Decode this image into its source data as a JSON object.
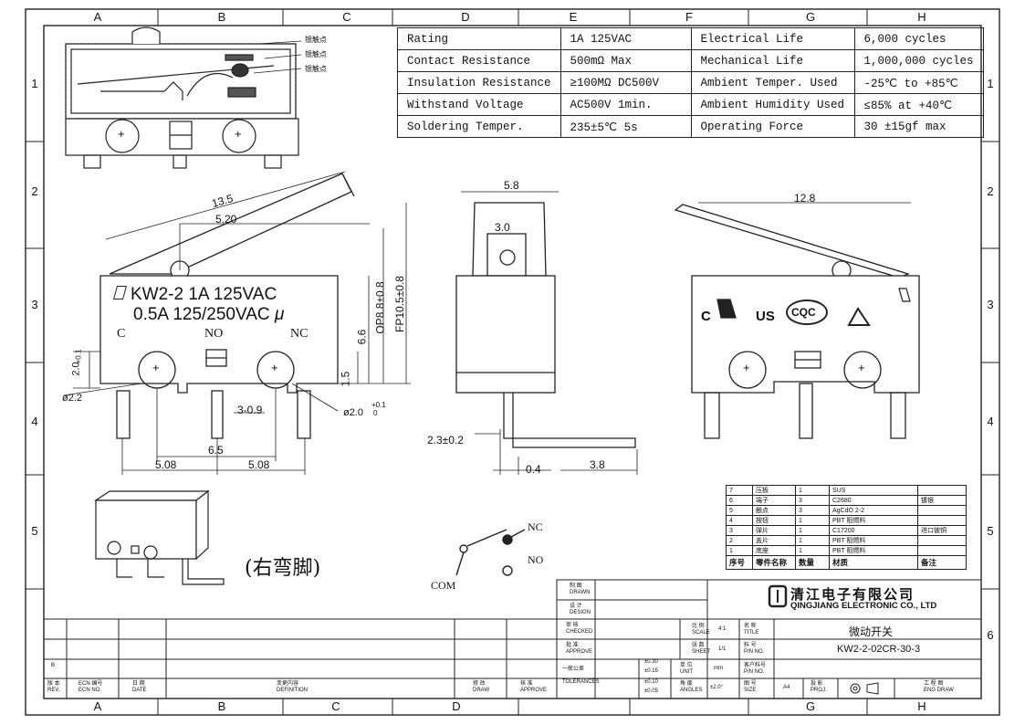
{
  "frame": {
    "columns": [
      "A",
      "B",
      "C",
      "D",
      "E",
      "F",
      "G",
      "H"
    ],
    "rows": [
      "1",
      "2",
      "3",
      "4",
      "5",
      "6"
    ]
  },
  "specs": [
    [
      "Rating",
      "1A  125VAC",
      "Electrical Life",
      "6,000 cycles"
    ],
    [
      "Contact Resistance",
      "500mΩ Max",
      "Mechanical Life",
      "1,000,000 cycles"
    ],
    [
      "Insulation Resistance",
      "≥100MΩ DC500V",
      "Ambient Temper. Used",
      "-25℃ to +85℃"
    ],
    [
      "Withstand Voltage",
      "AC500V  1min.",
      "Ambient Humidity Used",
      "≤85% at +40℃"
    ],
    [
      "Soldering Temper.",
      "235±5℃ 5s",
      "Operating Force",
      "30 ±15gf max"
    ]
  ],
  "section_view": {
    "callouts": [
      "银触点",
      "银触点",
      "银触点"
    ]
  },
  "front_view": {
    "dims": {
      "lever_length": "13.5",
      "roller_pos": "5.20",
      "fp": "FP10.5±0.8",
      "op": "OP8.8±0.8",
      "body_h": "6.6",
      "hole_offset": "1.5",
      "hole_v": "2.0",
      "tol_plus": "+0.1",
      "tol_minus": "0",
      "hole_left": "ø2.2",
      "hole_right": "ø2.0",
      "pin_gap": "3-0.9",
      "center_span": "6.5",
      "pitch_left": "5.08",
      "pitch_right": "5.08"
    },
    "marking_line1": "KW2-2  1A 125VAC",
    "marking_line2": "0.5A 125/250VAC",
    "mu": "μ",
    "terminals": [
      "C",
      "NO",
      "NC"
    ]
  },
  "side_view": {
    "dims": {
      "width": "5.8",
      "inner": "3.0",
      "pin_bend": "2.3±0.2",
      "thickness": "0.4",
      "bend_len": "3.8"
    }
  },
  "back_view": {
    "dims": {
      "length": "12.8"
    },
    "cert_c": "C",
    "cert_us": "US",
    "cert_cqc": "CQC"
  },
  "iso_label": "(右弯脚)",
  "schematic": {
    "nc": "NC",
    "no": "NO",
    "com": "COM"
  },
  "bom": {
    "header": [
      "序号",
      "零件名称",
      "数量",
      "材质",
      "备注"
    ],
    "rows": [
      [
        "7",
        "压板",
        "1",
        "SUS",
        ""
      ],
      [
        "6",
        "端子",
        "3",
        "C2680",
        "镀银"
      ],
      [
        "5",
        "触点",
        "3",
        "AgCdO 2-2",
        ""
      ],
      [
        "4",
        "按钮",
        "1",
        "PBT  阻燃料",
        ""
      ],
      [
        "3",
        "弹片",
        "1",
        "C17200",
        "进口铍铜"
      ],
      [
        "2",
        "盖片",
        "1",
        "PBT  阻燃料",
        ""
      ],
      [
        "1",
        "底座",
        "1",
        "PBT  阻燃料",
        ""
      ]
    ]
  },
  "title_block": {
    "company_cn": "清江电子有限公司",
    "company_en": "QINGJIANG ELECTRONIC CO., LTD",
    "drawn": "制 图",
    "drawn_en": "DRAWN",
    "design": "设 计",
    "design_en": "DESIGN",
    "check": "审 核",
    "check_en": "CHECKED",
    "approve": "批 准",
    "approve_en": "APPROVE",
    "tolerance": "一般公差",
    "tolerance_en": "TOLERANCES",
    "tol_values": [
      "±0.30",
      "±0.15",
      "±0.10",
      "±0.05"
    ],
    "scale_label": "比 例",
    "scale_en": "SCALE",
    "scale": "4:1",
    "sheet_label": "张 数",
    "sheet_en": "SHEET",
    "sheet": "1/1",
    "unit_label": "单 位",
    "unit_en": "UNIT",
    "unit": "mm",
    "angle": "±2.0°",
    "angle_label": "角 度",
    "angle_en": "ANGLES",
    "size_label": "图 号",
    "size_en": "SIZE",
    "size": "A4",
    "proj_label": "投 影",
    "proj_en": "PROJ.",
    "title_label": "名 称",
    "title_en": "TITLE",
    "title": "微动开关",
    "part_label": "料 号",
    "part_en": "P/N NO.",
    "part_no": "KW2-2-02CR-30-3",
    "cust_label": "客户料号",
    "cust_en": "P/N NO.",
    "rev_cols": [
      "版 本",
      "ECN 编号",
      "日 期",
      "变更内容",
      "修 改",
      "核 准"
    ],
    "rev_cols_en": [
      "REV.",
      "ECN NO.",
      "DATE",
      "DEFINITION",
      "DRAW",
      "APPROVE"
    ],
    "page_label": "工 程 图",
    "page_en": "ENG DRAW",
    "rev_letter": "B"
  }
}
